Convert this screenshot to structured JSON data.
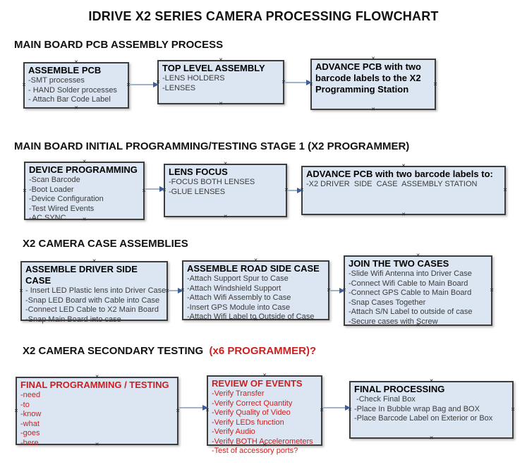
{
  "title": "IDRIVE X2  SERIES CAMERA PROCESSING FLOWCHART",
  "colors": {
    "box_fill": "#dce6f2",
    "box_border": "#3d3d3d",
    "red_text": "#cc1f1f",
    "connector_line": "#9fb3cb",
    "connector_arrowhead": "#3e5f9b"
  },
  "sections": [
    {
      "heading": "MAIN BOARD PCB ASSEMBLY PROCESS",
      "heading_accent": "",
      "boxes": [
        {
          "title": "ASSEMBLE PCB",
          "items": [
            "-SMT processes",
            "- HAND Solder processes",
            "- Attach Bar Code Label"
          ]
        },
        {
          "title": "TOP LEVEL ASSEMBLY",
          "items": [
            "-LENS HOLDERS",
            "-LENSES"
          ]
        },
        {
          "title": "ADVANCE PCB with two barcode labels to the X2 Programming Station",
          "items": []
        }
      ]
    },
    {
      "heading": "MAIN BOARD INITIAL PROGRAMMING/TESTING STAGE 1 (X2 PROGRAMMER)",
      "heading_accent": "",
      "boxes": [
        {
          "title": "DEVICE PROGRAMMING",
          "items": [
            "-Scan Barcode",
            "-Boot Loader",
            "-Device Configuration",
            "-Test Wired Events",
            "-AC SYNC"
          ]
        },
        {
          "title": "LENS FOCUS",
          "items": [
            "-FOCUS BOTH LENSES",
            "-GLUE LENSES"
          ]
        },
        {
          "title": "ADVANCE PCB with two barcode labels to:",
          "items": [
            "-X2 DRIVER  SIDE  CASE  ASSEMBLY STATION"
          ]
        }
      ]
    },
    {
      "heading": "X2 CAMERA CASE ASSEMBLIES",
      "heading_accent": "",
      "boxes": [
        {
          "title": "ASSEMBLE DRIVER SIDE CASE",
          "items": [
            "- Insert LED Plastic lens into Driver Case",
            "-Snap LED Board with Cable into Case",
            "-Connect LED Cable to X2 Main Board",
            "-Snap Main Board into case"
          ]
        },
        {
          "title": "ASSEMBLE ROAD SIDE CASE",
          "items": [
            "-Attach Support Spur to Case",
            "-Attach Windshield Support",
            "-Attach Wifi Assembly to Case",
            "-Insert GPS Module into Case",
            "-Attach Wifi Label to Outside of Case"
          ]
        },
        {
          "title": "JOIN THE TWO CASES",
          "items": [
            "-Slide Wifi Antenna into Driver Case",
            "-Connect Wifi Cable to Main Board",
            "-Connect GPS Cable to Main Board",
            "-Snap Cases Together",
            "-Attach S/N Label to outside of case",
            "-Secure cases with Screw"
          ]
        }
      ]
    },
    {
      "heading": "X2 CAMERA SECONDARY TESTING ",
      "heading_accent": " (x6 PROGRAMMER)?",
      "boxes": [
        {
          "title": "FINAL PROGRAMMING / TESTING",
          "items": [
            "-need",
            "-to",
            "-know",
            "-what",
            "-goes",
            "-here"
          ]
        },
        {
          "title": "REVIEW OF EVENTS",
          "items": [
            "-Verify Transfer",
            "-Verify Correct Quantity",
            "-Verify Quality of Video",
            "-Verify LEDs function",
            "-Verify Audio",
            "-Verify BOTH Accelerometers",
            "-Test of accessory ports?"
          ]
        },
        {
          "title": "FINAL PROCESSING",
          "items": [
            " -Check Final Box",
            "-Place In Bubble wrap Bag and BOX",
            "-Place Barcode Label on Exterior or Box"
          ]
        }
      ]
    }
  ]
}
